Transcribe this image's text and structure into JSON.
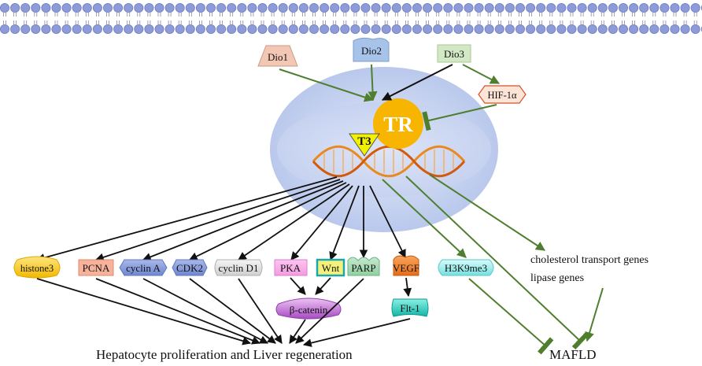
{
  "enzymes": {
    "dio1": "Dio1",
    "dio2": "Dio2",
    "dio3": "Dio3"
  },
  "hif": "HIF-1α",
  "receptor": "TR",
  "hormone": "T3",
  "targets": {
    "histone3": "histone3",
    "pcna": "PCNA",
    "cyclin_a": "cyclin A",
    "cdk2": "CDK2",
    "cyclin_d1": "cyclin D1",
    "pka": "PKA",
    "wnt": "Wnt",
    "parp": "PARP",
    "vegf": "VEGF",
    "h3k9me3": "H3K9me3",
    "beta_catenin": "β-catenin",
    "flt1": "Flt-1"
  },
  "genes": {
    "line1": "cholesterol transport genes",
    "line2": "lipase genes"
  },
  "outcomes": {
    "proliferation": "Hepatocyte proliferation and Liver regeneration",
    "mafld": "MAFLD"
  },
  "colors": {
    "membrane": "#8d9cd9",
    "green_arrow": "#4f7f2e",
    "tr": "#f7b500",
    "t3": "#f2f200"
  }
}
